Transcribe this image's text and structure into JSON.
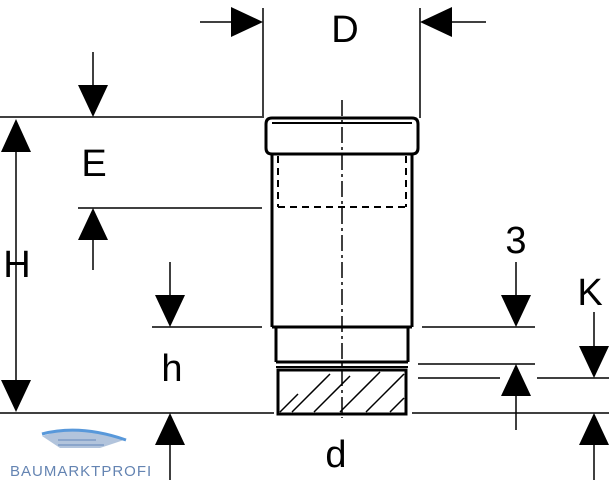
{
  "labels": {
    "D": "D",
    "E": "E",
    "H": "H",
    "three": "3",
    "K": "K",
    "h": "h",
    "d": "d"
  },
  "watermark": {
    "text": "BAUMARKTPROFI",
    "color": "#4a6fa5",
    "logo_accent": "#2f7fd1"
  },
  "colors": {
    "stroke": "#000000",
    "background": "#ffffff"
  }
}
